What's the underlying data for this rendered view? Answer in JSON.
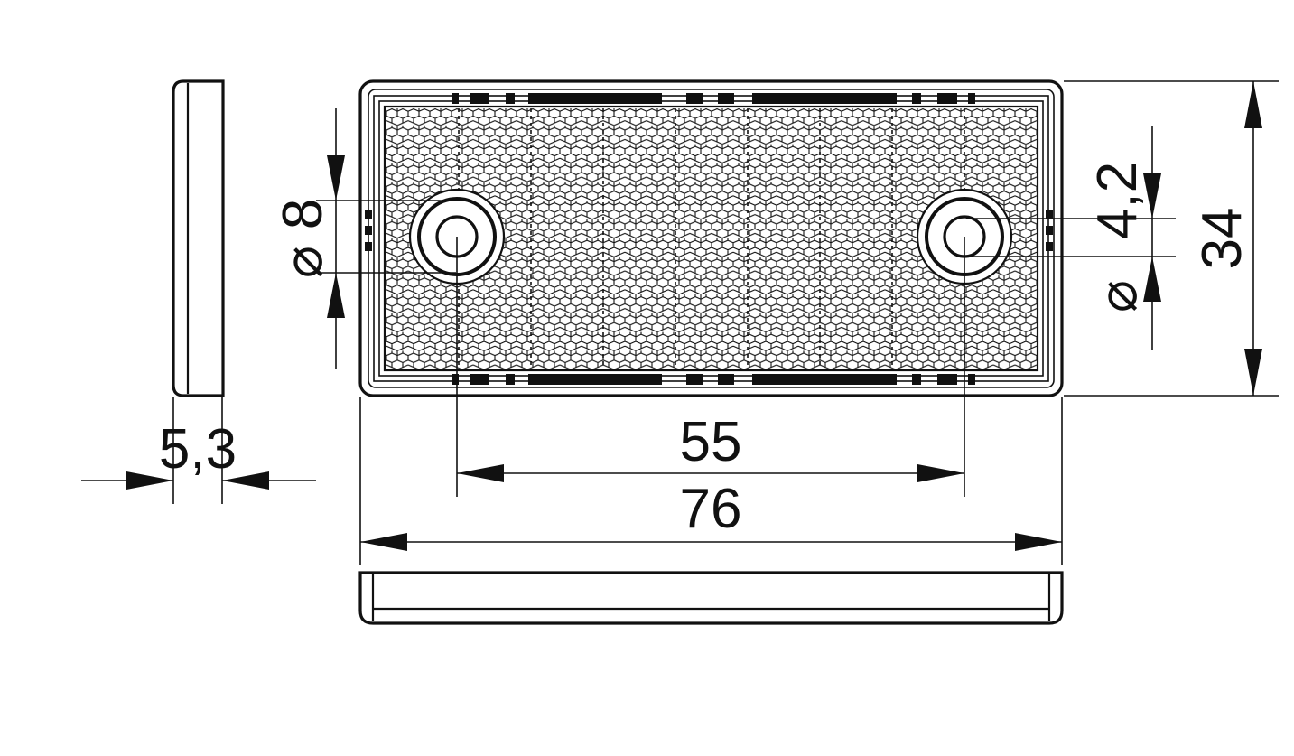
{
  "dimensions": {
    "thickness": "5,3",
    "hole_spacing": "55",
    "overall_length": "76",
    "overall_height": "34",
    "hole_outer_diameter": "8",
    "hole_inner_diameter": "4,2",
    "diameter_symbol": "⌀"
  },
  "colors": {
    "line": "#111111",
    "background": "#ffffff"
  }
}
